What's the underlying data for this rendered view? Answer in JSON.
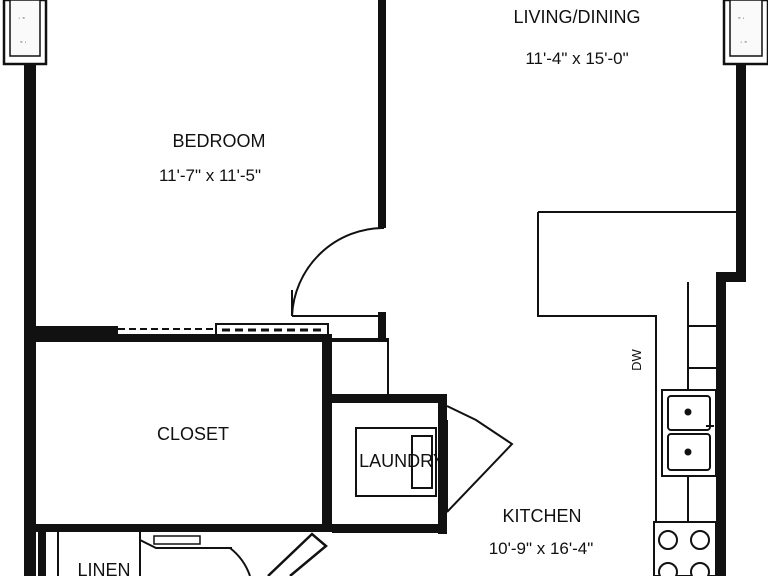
{
  "rooms": {
    "living_dining": {
      "name": "LIVING/DINING",
      "dimensions": "11'-4\" x 15'-0\""
    },
    "bedroom": {
      "name": "BEDROOM",
      "dimensions": "11'-7\" x 11'-5\""
    },
    "closet": {
      "name": "CLOSET"
    },
    "laundry": {
      "name": "LAUNDRY"
    },
    "kitchen": {
      "name": "KITCHEN",
      "dimensions": "10'-9\" x 16'-4\""
    },
    "linen": {
      "name": "LINEN"
    }
  },
  "fixtures": {
    "dishwasher": "DW"
  },
  "colors": {
    "wall": "#111111",
    "background": "#ffffff"
  }
}
